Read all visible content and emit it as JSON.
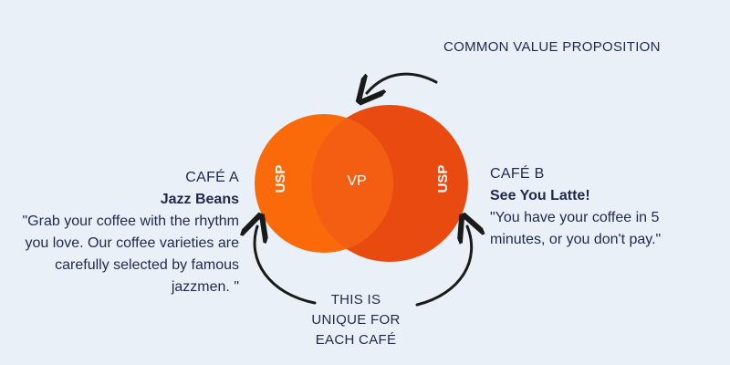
{
  "top_label": "COMMON VALUE PROPOSITION",
  "venn": {
    "left_circle_label": "USP",
    "right_circle_label": "USP",
    "overlap_label": "VP",
    "left_color": "#fb6a0a",
    "right_color": "#e84a10",
    "overlap_color": "#f35e12"
  },
  "cafe_a": {
    "label": "CAFÉ A",
    "name": "Jazz Beans",
    "quote": "\"Grab your coffee with the rhythm you love. Our coffee varieties are carefully selected by famous jazzmen. \""
  },
  "cafe_b": {
    "label": "CAFÉ B",
    "name": "See You Latte!",
    "quote": "\"You have your coffee in 5 minutes, or you don't pay.\""
  },
  "bottom_label": {
    "line1": "THIS IS",
    "line2": "UNIQUE FOR",
    "line3": "EACH CAFÉ"
  }
}
